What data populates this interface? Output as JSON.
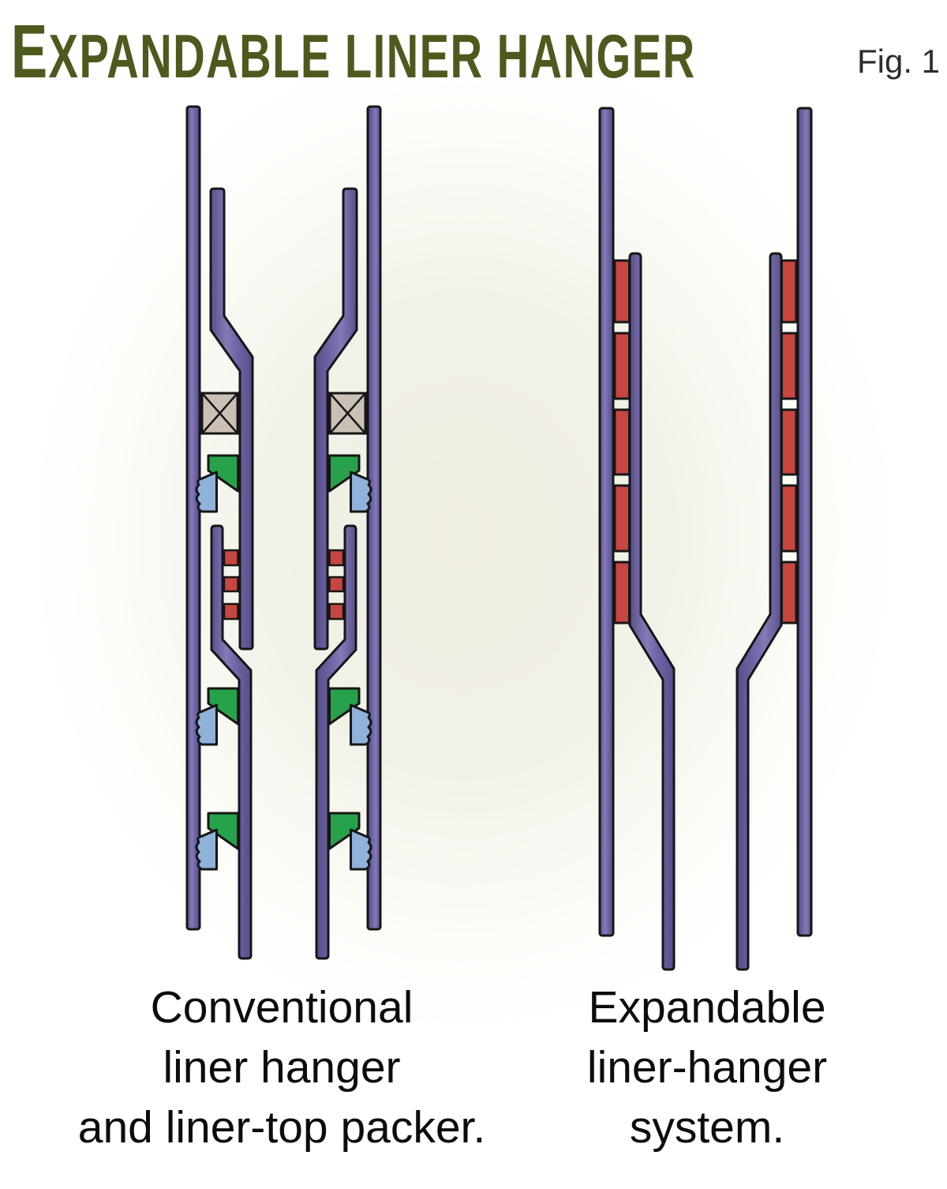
{
  "header": {
    "title_initial": "E",
    "title_rest": "XPANDABLE LINER HANGER",
    "figure_label": "Fig. 1"
  },
  "diagrams": {
    "left": {
      "caption_lines": [
        "Conventional",
        "liner hanger",
        "and liner-top packer."
      ]
    },
    "right": {
      "caption_lines": [
        "Expandable",
        "liner-hanger",
        "system."
      ]
    }
  },
  "icons": {
    "crosshatch_box": "liner-top-packer-element",
    "green_wedge": "slip-cone",
    "blue_serrated_block": "slip",
    "red_segments": "seal-hanger-elements",
    "purple_bars": "casing-and-liner-pipe-walls"
  },
  "colors": {
    "pipe-purple": "#6b61a4",
    "seal-red": "#c7463f",
    "slip-green": "#28a24a",
    "slip-blue": "#8fb1da",
    "packer-tan": "#cbc0b6",
    "outline-black": "#161616",
    "title-olive": "#4d5a1e",
    "caption-black": "#0c0c0c",
    "fig-gray": "#2e2d2a",
    "background-ivory": "#f3f2e9"
  }
}
